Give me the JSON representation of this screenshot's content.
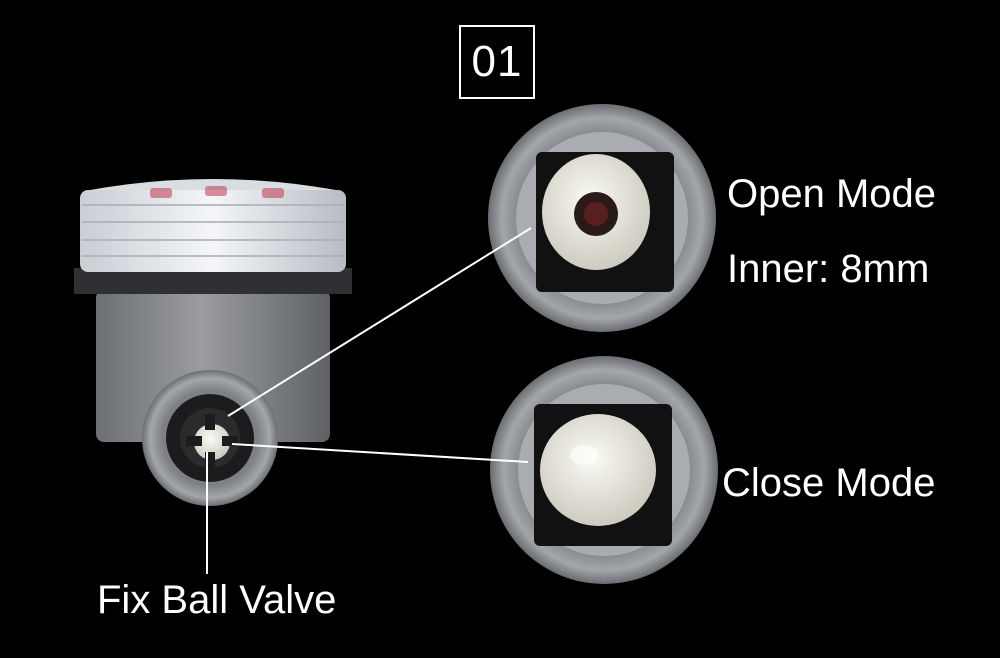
{
  "badge": {
    "number": "01"
  },
  "labels": {
    "open_mode": "Open Mode",
    "inner_size": "Inner: 8mm",
    "close_mode": "Close Mode",
    "fix_ball_valve": "Fix Ball Valve"
  },
  "colors": {
    "background": "#000000",
    "text": "#ffffff",
    "housing_gray": "#8b8d91",
    "ball_white": "#ece9df",
    "lid_clear": "#dfe4e8",
    "lid_red_accent": "#c0394a"
  }
}
